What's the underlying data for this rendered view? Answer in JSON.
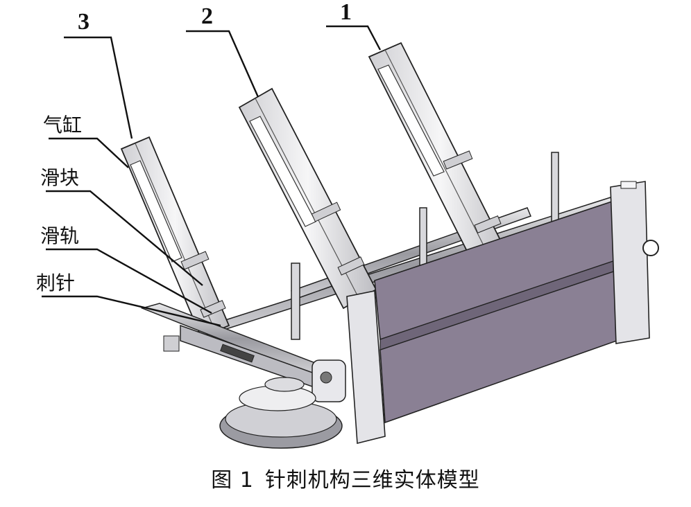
{
  "callouts": {
    "n3": "3",
    "n2": "2",
    "n1": "1",
    "cylinder": "气缸",
    "slider": "滑块",
    "rail": "滑轨",
    "needle": "刺针"
  },
  "caption": {
    "fig_no": "图 1",
    "title": "针刺机构三维实体模型"
  },
  "colors": {
    "frame": "#8a8094",
    "frame_dark": "#6f6679",
    "post": "#e4e4e8",
    "cylinder": "#eeeeee",
    "line": "#222222"
  }
}
